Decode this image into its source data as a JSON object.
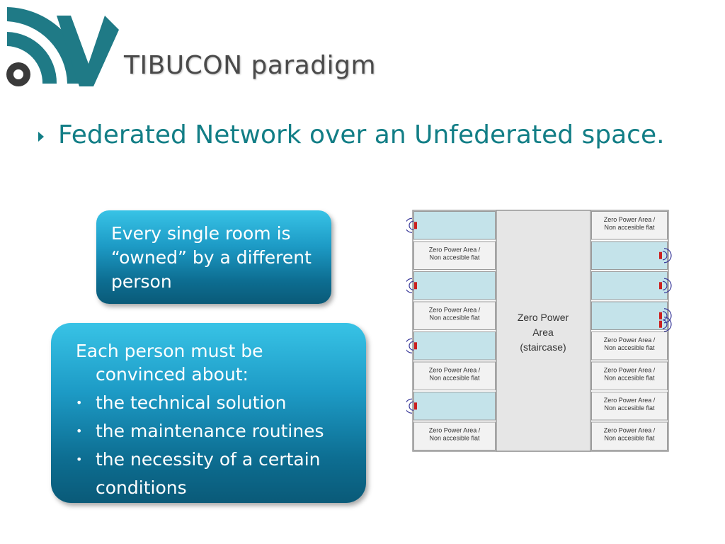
{
  "slide": {
    "title": "TIBUCON paradigm",
    "headline": "Federated Network over an Unfederated space."
  },
  "box1": {
    "lines": [
      "Every single room is",
      "“owned” by a different",
      "person"
    ]
  },
  "box2": {
    "lead": [
      "Each person must be",
      "convinced about:"
    ],
    "bullet_glyph": "•",
    "bullets": [
      "the technical solution",
      "the maintenance routines",
      "the necessity of a certain",
      "conditions"
    ]
  },
  "floor_plan": {
    "zero_power_label": [
      "Zero Power Area /",
      "Non accesible flat"
    ],
    "staircase_label": [
      "Zero Power",
      "Area",
      "(staircase)"
    ],
    "left_column": [
      "room",
      "zero",
      "room",
      "zero",
      "room",
      "zero",
      "room",
      "zero"
    ],
    "right_column": [
      "zero",
      "room",
      "room",
      "room",
      "zero",
      "zero",
      "zero",
      "zero"
    ],
    "left_sensor_rooms": [
      0,
      2,
      4,
      6
    ],
    "right_sensor_rooms": [
      1,
      2,
      3
    ],
    "colors": {
      "room_fill": "#c4e3ea",
      "zero_fill": "#f2f2f2",
      "stair_fill": "#e6e6e6",
      "sensor_red": "#cc1f1f",
      "wave": "#3a3a9a",
      "border": "#9a9a9a"
    }
  },
  "colors": {
    "accent": "#127e86",
    "logo_dot": "#3a3a3a",
    "title_gray": "#4a4a4a"
  }
}
